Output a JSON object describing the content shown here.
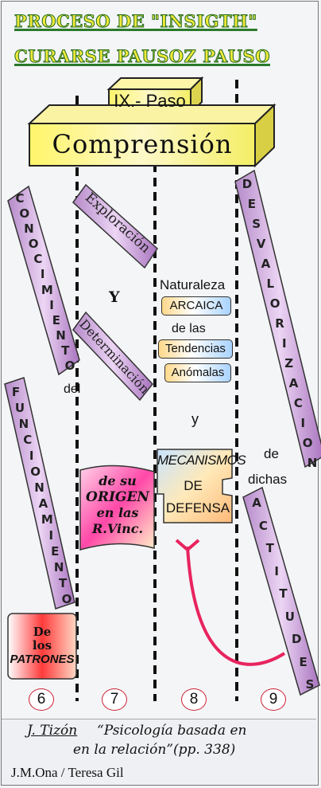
{
  "title_line1": "PROCESO DE \"INSIGTH\"",
  "title_line2": "CURARSE PAUSOZ PAUSO",
  "step_label": "IX.- Paso",
  "main_label": "Comprensión",
  "left_diag_1": [
    "C",
    "O",
    "N",
    "O",
    "C",
    "I",
    "M",
    "I",
    "E",
    "N",
    "T",
    "O"
  ],
  "left_del": "del",
  "left_diag_2": [
    "F",
    "U",
    "N",
    "C",
    "I",
    "O",
    "N",
    "A",
    "M",
    "I",
    "E",
    "N",
    "T",
    "O"
  ],
  "patrones_line1": "De",
  "patrones_line2": "los",
  "patrones_line3": "PATRONES",
  "exploracion": "Exploración",
  "y_center": "Y",
  "determinacion": "Determinación",
  "origen_line1": "de su",
  "origen_line2": "ORIGEN",
  "origen_line3": "en las",
  "origen_line4": "R.Vinc.",
  "naturaleza": "Naturaleza",
  "arcaica": "ARCAICA",
  "de_las": "de las",
  "tendencias": "Tendencias",
  "anomalas": "Anómalas",
  "y_small": "y",
  "mecanismos": "MECANISMOS",
  "de_word": "DE",
  "defensa": "DEFENSA",
  "right_diag_1": [
    "D",
    "E",
    "S",
    "V",
    "A",
    "L",
    "O",
    "R",
    "I",
    "Z",
    "A",
    "C",
    "I",
    "O",
    "N"
  ],
  "de_dichas_1": "de",
  "de_dichas_2": "dichas",
  "right_diag_2": [
    "A",
    "C",
    "T",
    "I",
    "T",
    "U",
    "D",
    "E",
    "S"
  ],
  "numbers": [
    "6",
    "7",
    "8",
    "9"
  ],
  "citation_author": "J. Tizón",
  "citation_title_1": "“Psicología basada en",
  "citation_title_2": "en la relación”(pp. 338)",
  "credits": "J.M.Ona / Teresa Gil"
}
